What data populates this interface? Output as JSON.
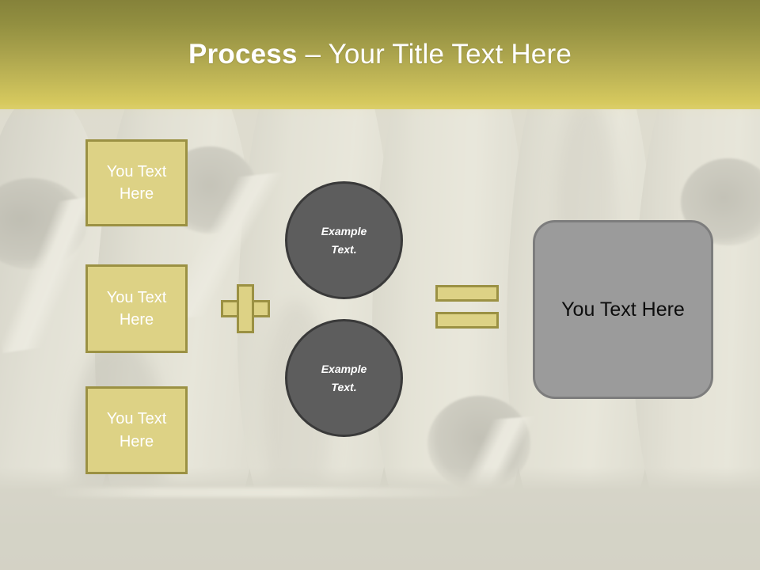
{
  "slide": {
    "header": {
      "title_bold": "Process",
      "title_rest": " – Your Title Text Here",
      "gradient_top": "#85823a",
      "gradient_bottom": "#dccf6a"
    },
    "background": {
      "description": "penguin-photo-background",
      "tint": "#ddd2ce"
    },
    "input_boxes": [
      {
        "label": "You Text Here",
        "fill": "#ddd285",
        "border": "#9b9143",
        "text_color": "#ffffff"
      },
      {
        "label": "You Text Here",
        "fill": "#ddd285",
        "border": "#9b9143",
        "text_color": "#ffffff"
      },
      {
        "label": "You Text Here",
        "fill": "#ddd285",
        "border": "#9b9143",
        "text_color": "#ffffff"
      }
    ],
    "plus_operator": {
      "symbol": "+",
      "fill": "#ddd285",
      "border": "#9b9143"
    },
    "circles": [
      {
        "line1": "Example",
        "line2": "Text.",
        "fill": "#5d5d5d",
        "border": "#3a3a3a",
        "text_color": "#ffffff"
      },
      {
        "line1": "Example",
        "line2": "Text.",
        "fill": "#5d5d5d",
        "border": "#3a3a3a",
        "text_color": "#ffffff"
      }
    ],
    "equals_operator": {
      "symbol": "=",
      "fill": "#ddd285",
      "border": "#9b9143"
    },
    "result_box": {
      "label": "You Text Here",
      "fill": "#9b9b9b",
      "border": "#7d7d7d",
      "text_color": "#0d0d0d"
    }
  }
}
